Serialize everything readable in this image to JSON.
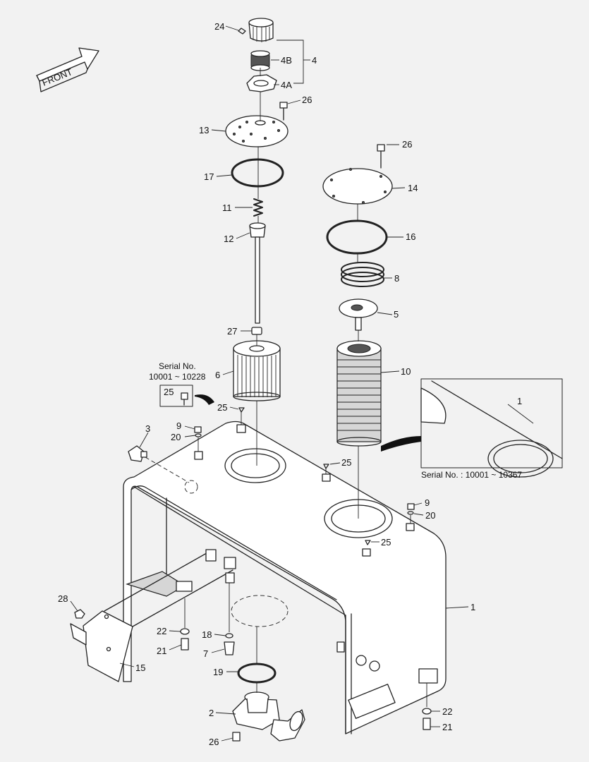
{
  "front_label": "FRONT",
  "serial_note_1_line1": "Serial No.",
  "serial_note_1_line2": "10001 ~ 10228",
  "serial_note_2": "Serial No. : 10001 ~ 10367",
  "labels": {
    "l24": "24",
    "l4": "4",
    "l4B": "4B",
    "l4A": "4A",
    "l26a": "26",
    "l13": "13",
    "l17": "17",
    "l11": "11",
    "l12": "12",
    "l27": "27",
    "l6": "6",
    "l25a": "25",
    "l25b": "25",
    "l26b": "26",
    "l14": "14",
    "l16": "16",
    "l8": "8",
    "l5": "5",
    "l10": "10",
    "l1inset": "1",
    "l3": "3",
    "l9a": "9",
    "l20a": "20",
    "l25c": "25",
    "l9b": "9",
    "l20b": "20",
    "l25d": "25",
    "l1": "1",
    "l28": "28",
    "l15": "15",
    "l22a": "22",
    "l21a": "21",
    "l18": "18",
    "l7": "7",
    "l19": "19",
    "l2": "2",
    "l26c": "26",
    "l22b": "22",
    "l21b": "21"
  }
}
